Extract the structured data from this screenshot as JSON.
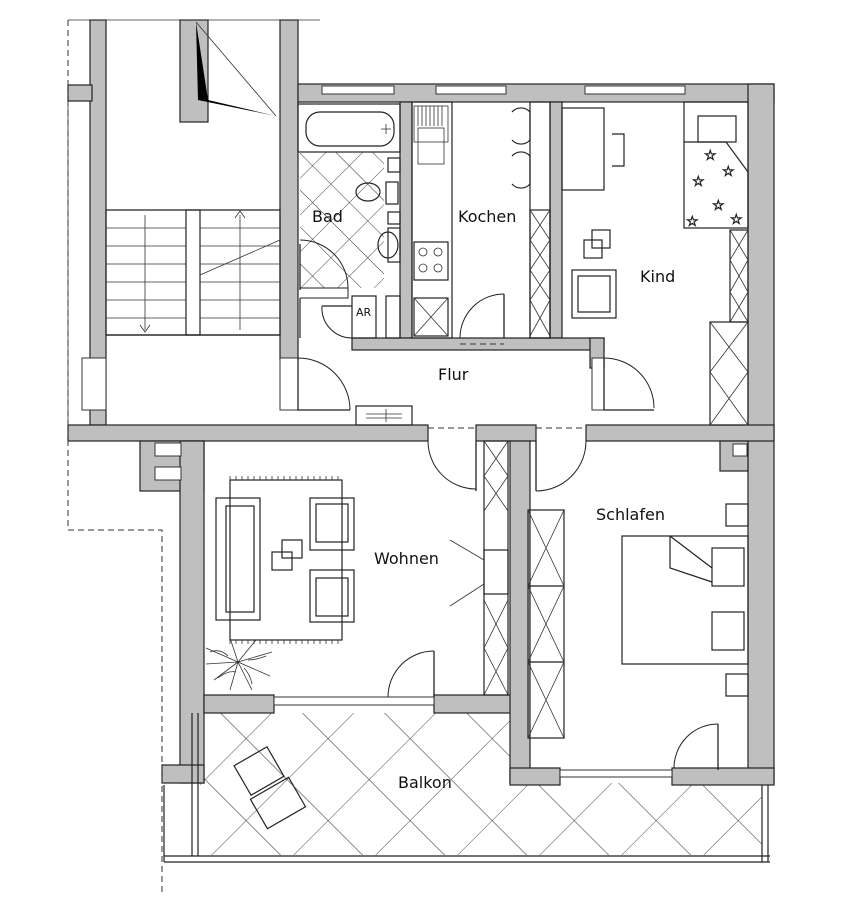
{
  "rooms": {
    "bad": "Bad",
    "kochen": "Kochen",
    "kind": "Kind",
    "flur": "Flur",
    "wohnen": "Wohnen",
    "schlafen": "Schlafen",
    "balkon": "Balkon"
  },
  "fixtures": {
    "abstellraum": "AR"
  },
  "colors": {
    "wall": "#bfbfbf",
    "wall_outline": "#222222",
    "background": "#ffffff"
  }
}
